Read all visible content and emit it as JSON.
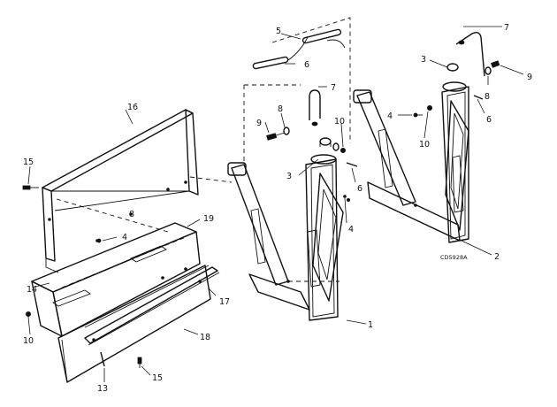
{
  "drawing_code": "CD5928A",
  "callouts": {
    "c1": "1",
    "c2": "2",
    "c3a": "3",
    "c3b": "3",
    "c4a": "4",
    "c4b": "4",
    "c4c": "4",
    "c5": "5",
    "c6a": "6",
    "c6b": "6",
    "c6c": "6",
    "c7a": "7",
    "c7b": "7",
    "c8a": "8",
    "c8b": "8",
    "c8c": "8",
    "c9a": "9",
    "c9b": "9",
    "c10a": "10",
    "c10b": "10",
    "c10c": "10",
    "c13": "13",
    "c14": "14",
    "c15a": "15",
    "c15b": "15",
    "c16": "16",
    "c17": "17",
    "c18": "18",
    "c19": "19"
  }
}
